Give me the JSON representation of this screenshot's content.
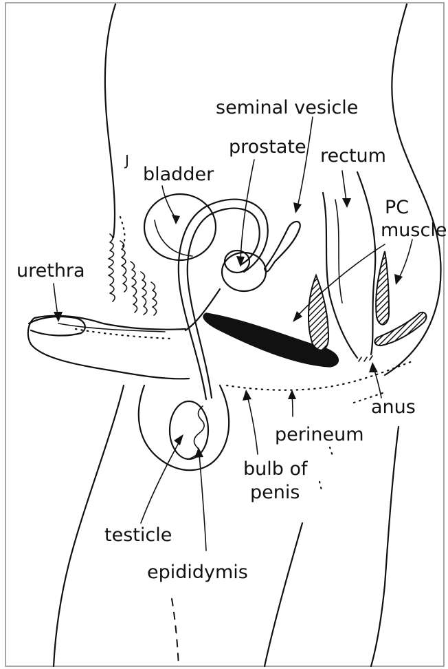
{
  "labels": {
    "seminal_vesicle": "seminal vesicle",
    "prostate": "prostate",
    "rectum": "rectum",
    "bladder": "bladder",
    "pc_muscle_line1": "PC",
    "pc_muscle_line2": "muscle",
    "urethra": "urethra",
    "anus": "anus",
    "perineum": "perineum",
    "bulb_line1": "bulb of",
    "bulb_line2": "penis",
    "testicle": "testicle",
    "epididymis": "epididymis"
  }
}
